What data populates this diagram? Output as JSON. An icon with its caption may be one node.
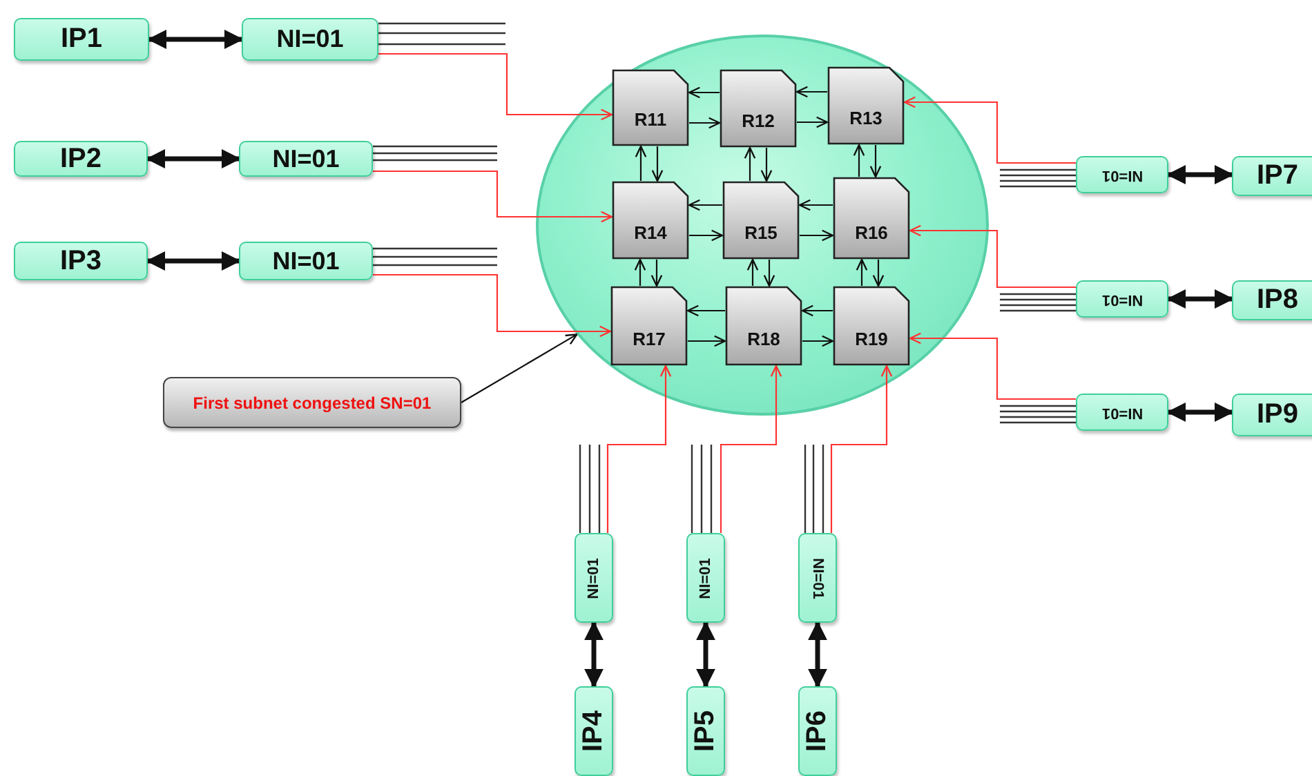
{
  "diagram": {
    "nodes": [
      {
        "text": [],
        "shape": "circle"
      },
      {
        "text": [
          "R11"
        ],
        "in": 0
      },
      {
        "text": [
          "R12"
        ],
        "in": 0
      },
      {
        "text": [
          "R13"
        ],
        "in": 0
      },
      {
        "text": [
          "R14"
        ],
        "in": 0
      },
      {
        "text": [
          "R15"
        ],
        "in": 0
      },
      {
        "text": [
          "R16"
        ],
        "in": 0
      },
      {
        "text": [
          "R17"
        ],
        "in": 0
      },
      {
        "text": [
          "R18"
        ],
        "in": 0
      },
      {
        "text": [
          "R19"
        ],
        "in": 0
      },
      {
        "text": [
          "IP1"
        ]
      },
      {
        "text": [
          "NI=01"
        ]
      },
      {
        "text": [
          "IP2"
        ]
      },
      {
        "text": [
          "NI=01"
        ]
      },
      {
        "text": [
          "IP3"
        ]
      },
      {
        "text": [
          "NI=01"
        ]
      },
      {
        "text": [
          "IP4"
        ]
      },
      {
        "text": [
          "NI=01"
        ]
      },
      {
        "text": [
          "IP5"
        ]
      },
      {
        "text": [
          "NI=01"
        ]
      },
      {
        "text": [
          "IP6"
        ]
      },
      {
        "text": [
          "NI=01"
        ]
      },
      {
        "text": [
          "NI=01"
        ]
      },
      {
        "text": [
          "IP7"
        ]
      },
      {
        "text": [
          "NI=01"
        ]
      },
      {
        "text": [
          "IP8"
        ]
      },
      {
        "text": [
          "NI=01"
        ]
      },
      {
        "text": [
          "IP9"
        ]
      },
      {
        "text": [
          "First subnet congested SN=01"
        ]
      }
    ],
    "edges": [
      {
        "from": 10,
        "to": 11,
        "arrow": "both",
        "style": "thick"
      },
      {
        "from": 12,
        "to": 13,
        "arrow": "both",
        "style": "thick"
      },
      {
        "from": 14,
        "to": 15,
        "arrow": "both",
        "style": "thick"
      },
      {
        "from": 16,
        "to": 17,
        "arrow": "both",
        "style": "thick"
      },
      {
        "from": 18,
        "to": 19,
        "arrow": "both",
        "style": "thick"
      },
      {
        "from": 20,
        "to": 21,
        "arrow": "both",
        "style": "thick"
      },
      {
        "from": 22,
        "to": 23,
        "arrow": "both",
        "style": "thick"
      },
      {
        "from": 24,
        "to": 25,
        "arrow": "both",
        "style": "thick"
      },
      {
        "from": 26,
        "to": 27,
        "arrow": "both",
        "style": "thick"
      },
      {
        "from": 11,
        "to": 1,
        "arrow": "to",
        "color": "#ff3333"
      },
      {
        "from": 13,
        "to": 4,
        "arrow": "to",
        "color": "#ff3333"
      },
      {
        "from": 15,
        "to": 7,
        "arrow": "to",
        "color": "#ff3333"
      },
      {
        "from": 17,
        "to": 7,
        "arrow": "to",
        "color": "#ff3333"
      },
      {
        "from": 19,
        "to": 8,
        "arrow": "to",
        "color": "#ff3333"
      },
      {
        "from": 21,
        "to": 9,
        "arrow": "to",
        "color": "#ff3333"
      },
      {
        "from": 22,
        "to": 3,
        "arrow": "to",
        "color": "#ff3333"
      },
      {
        "from": 24,
        "to": 6,
        "arrow": "to",
        "color": "#ff3333"
      },
      {
        "from": 26,
        "to": 9,
        "arrow": "to",
        "color": "#ff3333"
      },
      {
        "from": 1,
        "to": 2,
        "arrow": "to"
      },
      {
        "from": 2,
        "to": 1,
        "arrow": "to"
      },
      {
        "from": 2,
        "to": 3,
        "arrow": "to"
      },
      {
        "from": 3,
        "to": 2,
        "arrow": "to"
      },
      {
        "from": 4,
        "to": 5,
        "arrow": "to"
      },
      {
        "from": 5,
        "to": 4,
        "arrow": "to"
      },
      {
        "from": 5,
        "to": 6,
        "arrow": "to"
      },
      {
        "from": 6,
        "to": 5,
        "arrow": "to"
      },
      {
        "from": 7,
        "to": 8,
        "arrow": "to"
      },
      {
        "from": 8,
        "to": 7,
        "arrow": "to"
      },
      {
        "from": 8,
        "to": 9,
        "arrow": "to"
      },
      {
        "from": 9,
        "to": 8,
        "arrow": "to"
      },
      {
        "from": 1,
        "to": 4,
        "arrow": "to"
      },
      {
        "from": 4,
        "to": 1,
        "arrow": "to"
      },
      {
        "from": 2,
        "to": 5,
        "arrow": "to"
      },
      {
        "from": 5,
        "to": 2,
        "arrow": "to"
      },
      {
        "from": 3,
        "to": 6,
        "arrow": "to"
      },
      {
        "from": 6,
        "to": 3,
        "arrow": "to"
      },
      {
        "from": 4,
        "to": 7,
        "arrow": "to"
      },
      {
        "from": 7,
        "to": 4,
        "arrow": "to"
      },
      {
        "from": 5,
        "to": 8,
        "arrow": "to"
      },
      {
        "from": 8,
        "to": 5,
        "arrow": "to"
      },
      {
        "from": 6,
        "to": 9,
        "arrow": "to"
      },
      {
        "from": 9,
        "to": 6,
        "arrow": "to"
      },
      {
        "from": 28,
        "to": 0,
        "arrow": "to"
      }
    ]
  }
}
